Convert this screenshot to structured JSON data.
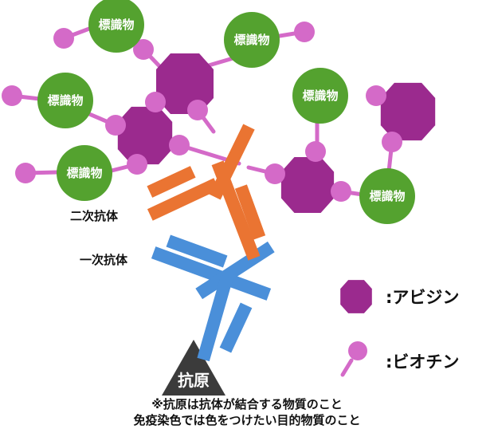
{
  "labels": {
    "secondary_antibody": "二次抗体",
    "primary_antibody": "一次抗体",
    "antigen": "抗原",
    "label_text": "標識物"
  },
  "legend": {
    "avidin": ":アビジン",
    "biotin": ":ビオチン"
  },
  "notes": {
    "line1": "※抗原は抗体が結合する物質のこと",
    "line2": "免疫染色では色をつけたい目的物質のこと"
  },
  "colors": {
    "avidin": "#9b2a8e",
    "biotin": "#d46ac8",
    "label": "#54a22f",
    "secondary_antibody": "#ea7432",
    "primary_antibody": "#4a8fd9",
    "antigen": "#3b3b3b"
  }
}
